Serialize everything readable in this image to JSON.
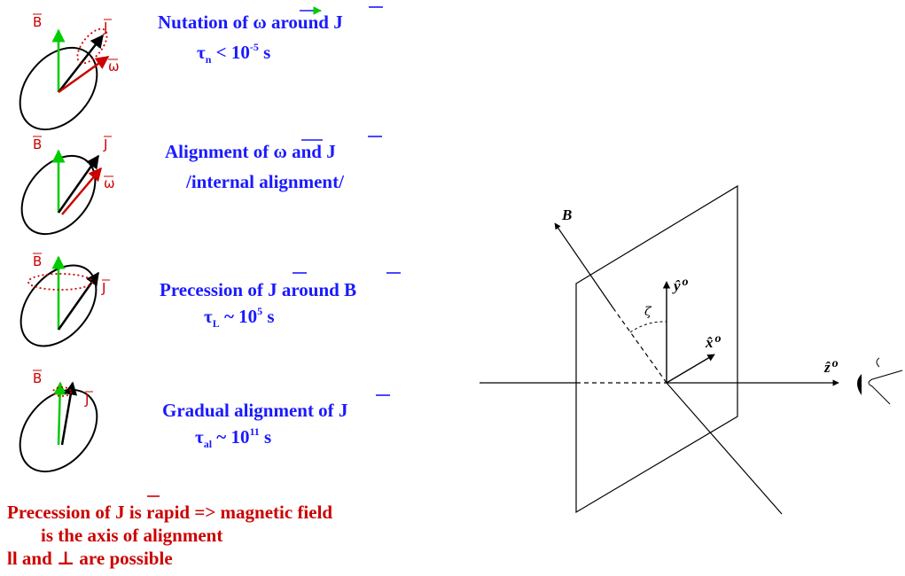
{
  "rows": [
    {
      "line1": "Nutation of ω around J",
      "line1_parts": [
        "Nutation of ",
        "ω",
        " around ",
        "J"
      ],
      "line2_prefix": "τ",
      "line2_sub": "n",
      "line2_mid": " < 10",
      "line2_sup": "-5",
      "line2_suffix": " s"
    },
    {
      "line1_parts": [
        "Alignment of ",
        "ω",
        " and ",
        "J"
      ],
      "line2": "/internal alignment/"
    },
    {
      "line1_parts": [
        "Precession of ",
        "J",
        " around ",
        "B"
      ],
      "line2_prefix": "τ",
      "line2_sub": "L",
      "line2_mid": " ~ 10",
      "line2_sup": "5",
      "line2_suffix": " s"
    },
    {
      "line1_parts": [
        "Gradual alignment of ",
        "J"
      ],
      "line2_prefix": "τ",
      "line2_sub": "al",
      "line2_mid": " ~ 10",
      "line2_sup": "11",
      "line2_suffix": " s"
    }
  ],
  "vector_labels": {
    "B": "B",
    "J": "J",
    "omega": "ω"
  },
  "conclusion": {
    "line1_a": "Precession of ",
    "line1_j": "J",
    "line1_b": " is rapid => magnetic field",
    "line2": "is the axis of alignment",
    "line3": "ll and ⊥ are possible"
  },
  "geometry_labels": {
    "B": "B",
    "y_hat": "ŷ",
    "x_hat": "x̂",
    "z_hat": "ẑ",
    "superscript_o": "o",
    "zeta": "ζ"
  },
  "colors": {
    "blue": "#1a1aff",
    "red": "#cc0000",
    "green": "#00cc00",
    "black": "#000000"
  }
}
